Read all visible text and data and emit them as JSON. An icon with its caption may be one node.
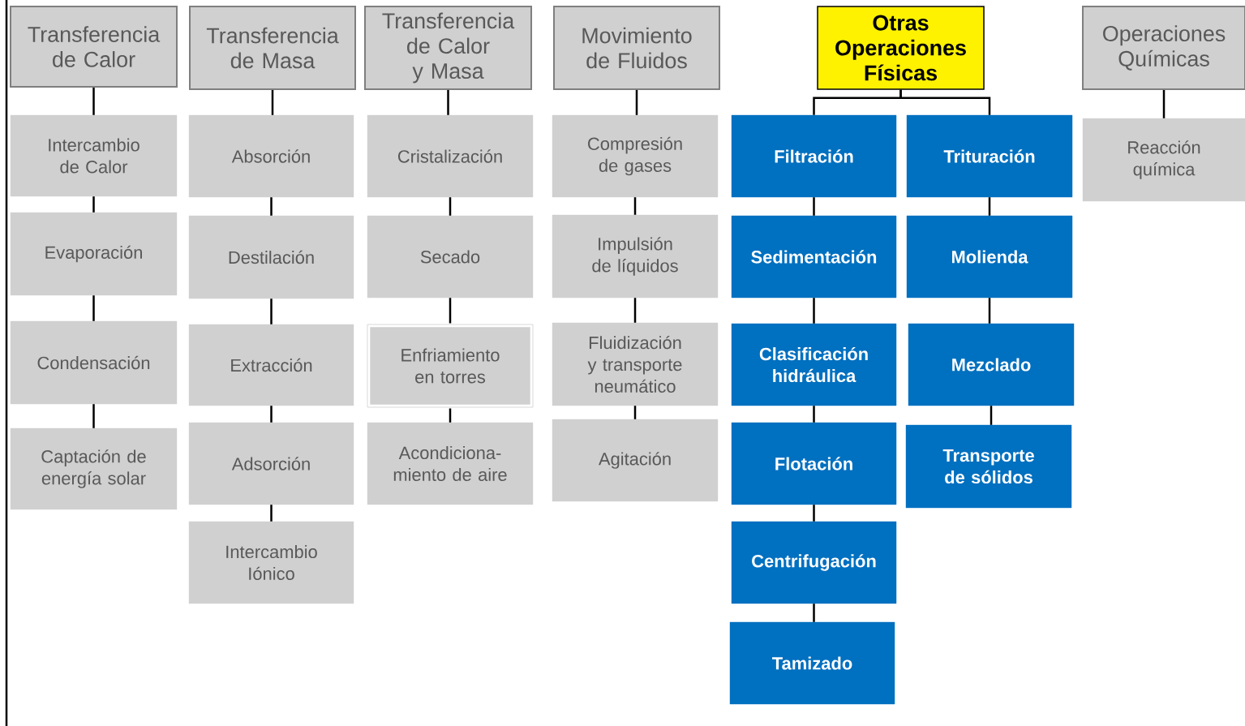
{
  "diagram": {
    "nodes": [
      {
        "text": [
          "Transferencia de Calor"
        ]
      },
      {
        "text": [
          "Intercambio de Calor"
        ]
      },
      {
        "text": [
          "Evaporación"
        ]
      },
      {
        "text": [
          "Condensación"
        ]
      },
      {
        "text": [
          "Captación de energía solar"
        ]
      },
      {
        "text": [
          "Transferencia de Masa"
        ]
      },
      {
        "text": [
          "Absorción"
        ]
      },
      {
        "text": [
          "Destilación"
        ]
      },
      {
        "text": [
          "Extracción"
        ]
      },
      {
        "text": [
          "Adsorción"
        ]
      },
      {
        "text": [
          "Intercambio Iónico"
        ]
      },
      {
        "text": [
          "Transferencia de Calor y Masa"
        ]
      },
      {
        "text": [
          "Cristalización"
        ]
      },
      {
        "text": [
          "Secado"
        ]
      },
      {
        "text": [
          "Enfriamiento en torres"
        ]
      },
      {
        "text": [
          "Acondiciona-miento de aire"
        ]
      },
      {
        "text": [
          "Movimiento de Fluidos"
        ]
      },
      {
        "text": [
          "Compresión de gases"
        ]
      },
      {
        "text": [
          "Impulsión de líquidos"
        ]
      },
      {
        "text": [
          "Fluidización y transporte neumático"
        ]
      },
      {
        "text": [
          "Agitación"
        ]
      },
      {
        "text": [
          "Otras Operaciones Físicas"
        ]
      },
      {
        "text": [
          "Filtración"
        ]
      },
      {
        "text": [
          "Sedimentación"
        ]
      },
      {
        "text": [
          "Clasificación hidráulica"
        ]
      },
      {
        "text": [
          "Flotación"
        ]
      },
      {
        "text": [
          "Centrifugación"
        ]
      },
      {
        "text": [
          "Tamizado"
        ]
      },
      {
        "text": [
          "Trituración"
        ]
      },
      {
        "text": [
          "Molienda"
        ]
      },
      {
        "text": [
          "Mezclado"
        ]
      },
      {
        "text": [
          "Transporte de sólidos"
        ]
      },
      {
        "text": [
          "Operaciones Químicas"
        ]
      },
      {
        "text": [
          "Reacción química"
        ]
      }
    ],
    "edges": [
      {
        "from": 0,
        "to": 1,
        "arrow": "none"
      },
      {
        "from": 1,
        "to": 2,
        "arrow": "none"
      },
      {
        "from": 2,
        "to": 3,
        "arrow": "none"
      },
      {
        "from": 3,
        "to": 4,
        "arrow": "none"
      },
      {
        "from": 5,
        "to": 6,
        "arrow": "none"
      },
      {
        "from": 6,
        "to": 7,
        "arrow": "none"
      },
      {
        "from": 7,
        "to": 8,
        "arrow": "none"
      },
      {
        "from": 8,
        "to": 9,
        "arrow": "none"
      },
      {
        "from": 9,
        "to": 10,
        "arrow": "none"
      },
      {
        "from": 11,
        "to": 12,
        "arrow": "none"
      },
      {
        "from": 12,
        "to": 13,
        "arrow": "none"
      },
      {
        "from": 13,
        "to": 14,
        "arrow": "none"
      },
      {
        "from": 14,
        "to": 15,
        "arrow": "none"
      },
      {
        "from": 16,
        "to": 17,
        "arrow": "none"
      },
      {
        "from": 17,
        "to": 18,
        "arrow": "none"
      },
      {
        "from": 18,
        "to": 19,
        "arrow": "none"
      },
      {
        "from": 19,
        "to": 20,
        "arrow": "none"
      },
      {
        "from": 21,
        "to": 22,
        "arrow": "none"
      },
      {
        "from": 22,
        "to": 23,
        "arrow": "none"
      },
      {
        "from": 23,
        "to": 24,
        "arrow": "none"
      },
      {
        "from": 24,
        "to": 25,
        "arrow": "none"
      },
      {
        "from": 25,
        "to": 26,
        "arrow": "none"
      },
      {
        "from": 26,
        "to": 27,
        "arrow": "none"
      },
      {
        "from": 21,
        "to": 28,
        "arrow": "none"
      },
      {
        "from": 28,
        "to": 29,
        "arrow": "none"
      },
      {
        "from": 29,
        "to": 30,
        "arrow": "none"
      },
      {
        "from": 30,
        "to": 31,
        "arrow": "none"
      },
      {
        "from": 32,
        "to": 33,
        "arrow": "none"
      }
    ]
  }
}
